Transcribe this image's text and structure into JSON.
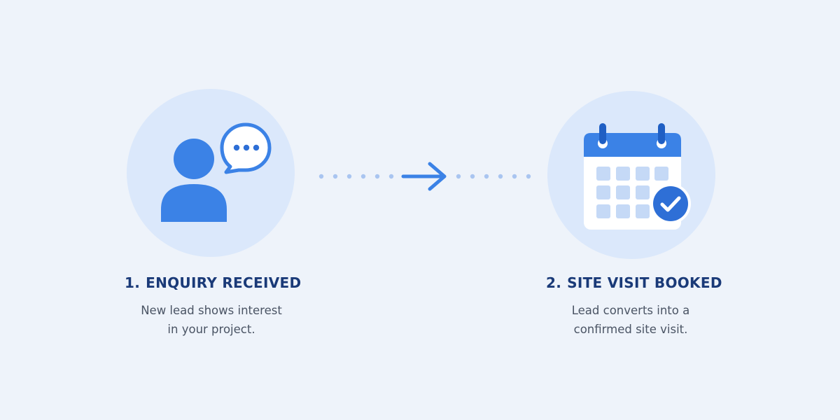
{
  "steps": [
    {
      "number": "1.",
      "title": "ENQUIRY RECEIVED",
      "description_lines": [
        "New lead shows interest",
        "in your project."
      ],
      "icon": "person-chat-icon"
    },
    {
      "number": "2.",
      "title": "SITE VISIT BOOKED",
      "description_lines": [
        "Lead converts into a",
        "confirmed site visit."
      ],
      "icon": "calendar-check-icon"
    }
  ],
  "connector": {
    "icon": "arrow-right-icon"
  },
  "colors": {
    "background": "#eef3fa",
    "circle": "#dbe8fb",
    "primary": "#3b82e6",
    "primary_dark": "#2e6fd6",
    "title": "#1a3a78",
    "text": "#4a5464",
    "dots": "#a9c5f0"
  }
}
